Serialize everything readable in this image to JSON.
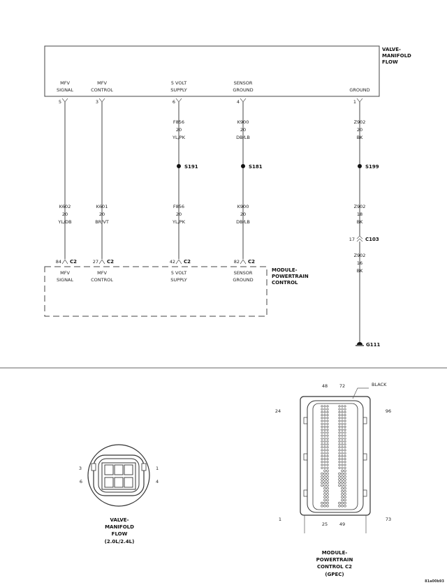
{
  "valve_block": {
    "title": [
      "VALVE-",
      "MANIFOLD",
      "FLOW"
    ]
  },
  "pcm_block": {
    "title": [
      "MODULE-",
      "POWERTRAIN",
      "CONTROL"
    ]
  },
  "circuits": [
    {
      "valve_label": [
        "MFV",
        "SIGNAL"
      ],
      "valve_pin": "5",
      "splice": "",
      "wire_top": [],
      "wire_bottom": [
        "K602",
        "20",
        "YL/DB"
      ],
      "pcm_pin": "84",
      "pcm_connector": "C2",
      "pcm_label": [
        "MFV",
        "SIGNAL"
      ]
    },
    {
      "valve_label": [
        "MFV",
        "CONTROL"
      ],
      "valve_pin": "3",
      "splice": "",
      "wire_top": [],
      "wire_bottom": [
        "K601",
        "20",
        "BR/VT"
      ],
      "pcm_pin": "27",
      "pcm_connector": "C2",
      "pcm_label": [
        "MFV",
        "CONTROL"
      ]
    },
    {
      "valve_label": [
        "5 VOLT",
        "SUPPLY"
      ],
      "valve_pin": "6",
      "splice": "S191",
      "wire_top": [
        "F856",
        "20",
        "YL/PK"
      ],
      "wire_bottom": [
        "F856",
        "20",
        "YL/PK"
      ],
      "pcm_pin": "42",
      "pcm_connector": "C2",
      "pcm_label": [
        "5 VOLT",
        "SUPPLY"
      ]
    },
    {
      "valve_label": [
        "SENSOR",
        "GROUND"
      ],
      "valve_pin": "4",
      "splice": "S181",
      "wire_top": [
        "K900",
        "20",
        "DB/LB"
      ],
      "wire_bottom": [
        "K900",
        "20",
        "DB/LB"
      ],
      "pcm_pin": "82",
      "pcm_connector": "C2",
      "pcm_label": [
        "SENSOR",
        "GROUND"
      ]
    },
    {
      "valve_label": [
        "GROUND"
      ],
      "valve_pin": "1",
      "splice": "S199",
      "wire_top": [
        "Z902",
        "20",
        "BK"
      ],
      "wire_bottom": [
        "Z902",
        "18",
        "BK"
      ],
      "pcm_pin": "",
      "pcm_connector": "",
      "pcm_label": []
    }
  ],
  "ground_path": {
    "inline_pin": "17",
    "inline_connector": "C103",
    "wire": [
      "Z902",
      "16",
      "BK"
    ],
    "ground": "G111"
  },
  "valve_connector_view": {
    "pins": {
      "top_left": "3",
      "bottom_left": "6",
      "top_right": "1",
      "bottom_right": "4"
    },
    "caption": [
      "VALVE-",
      "MANIFOLD",
      "FLOW",
      "(2.0L/2.4L)"
    ]
  },
  "pcm_connector_view": {
    "pins": {
      "top_48": "48",
      "top_72": "72",
      "left_top": "24",
      "right_top": "96",
      "left_bottom": "1",
      "bottom_25": "25",
      "bottom_49": "49",
      "right_bottom": "73"
    },
    "color": "BLACK",
    "caption": [
      "MODULE-",
      "POWERTRAIN",
      "CONTROL C2",
      "(GPEC)"
    ]
  },
  "figure_id": "81a00b93"
}
